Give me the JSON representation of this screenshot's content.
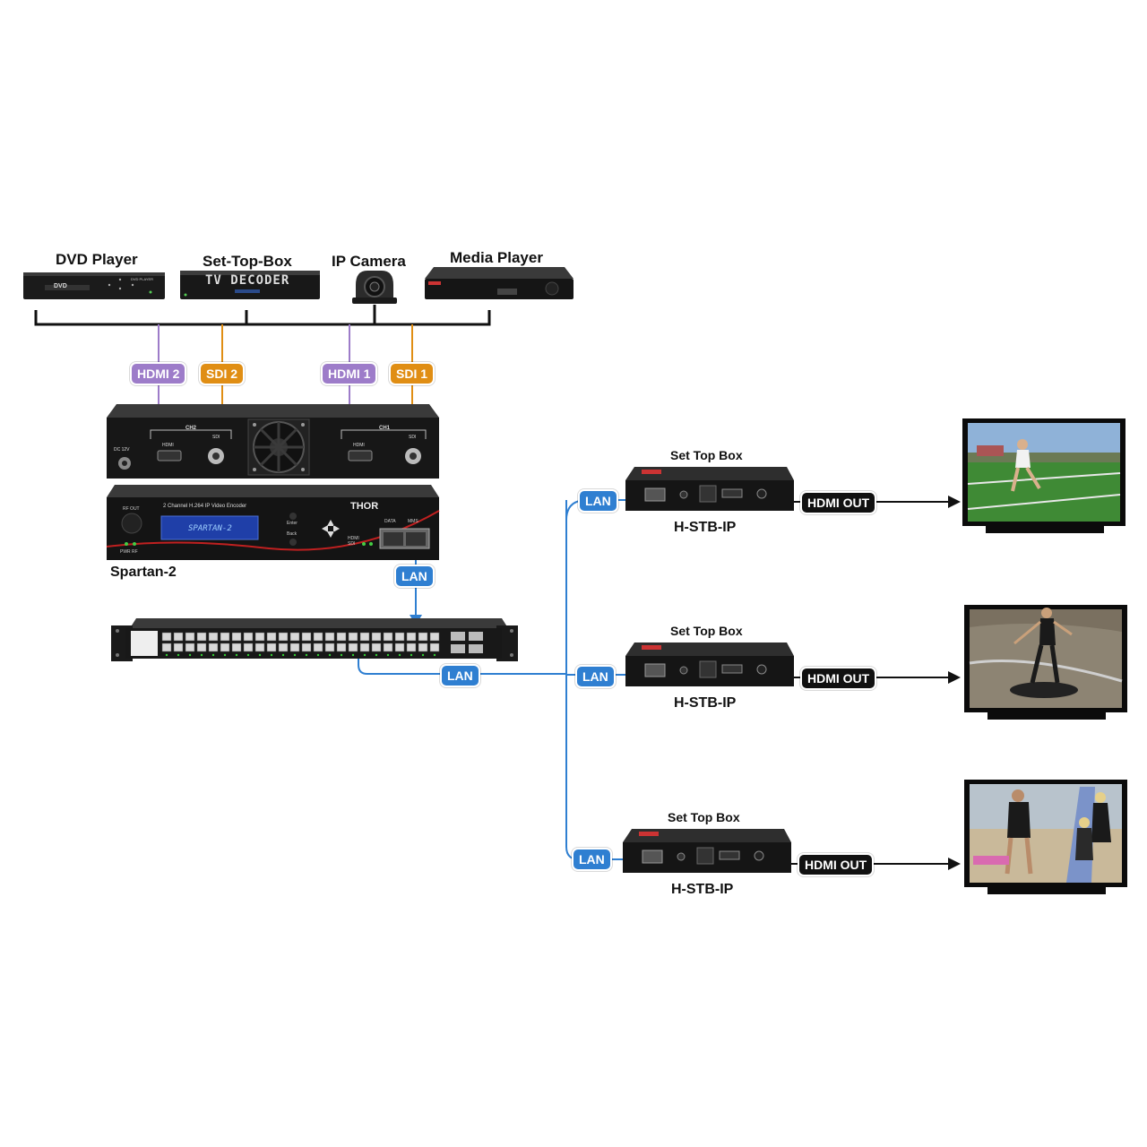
{
  "sources": {
    "dvd": {
      "title": "DVD Player",
      "front_text": "DVD PLAYER",
      "logo": "DVD"
    },
    "stb": {
      "title": "Set-Top-Box",
      "front_text": "TV DECODER"
    },
    "camera": {
      "title": "IP Camera"
    },
    "media": {
      "title": "Media Player"
    }
  },
  "inputs": {
    "hdmi2": "HDMI 2",
    "sdi2": "SDI 2",
    "hdmi1": "HDMI 1",
    "sdi1": "SDI 1"
  },
  "encoder": {
    "name": "Spartan-2",
    "rear": {
      "ch2": "CH2",
      "ch1": "CH1",
      "hdmi": "HDMI",
      "sdi": "SDI",
      "dc": "DC 12V"
    },
    "front": {
      "model_text": "2 Channel H.264 IP Video Encoder",
      "display_text": "SPARTAN-2",
      "brand": "THOR",
      "rf_out": "RF OUT",
      "pwr_rf": "PWR RF",
      "enter": "Enter",
      "back": "Back",
      "data": "DATA",
      "mms": "MMS",
      "hdmi_sdi": "HDMI SDI"
    }
  },
  "network": {
    "lan_label": "LAN"
  },
  "receivers": [
    {
      "caption": "Set Top Box",
      "model": "H-STB-IP",
      "lan": "LAN",
      "out": "HDMI OUT",
      "scene": "soccer"
    },
    {
      "caption": "Set Top Box",
      "model": "H-STB-IP",
      "lan": "LAN",
      "out": "HDMI OUT",
      "scene": "skimboard"
    },
    {
      "caption": "Set Top Box",
      "model": "H-STB-IP",
      "lan": "LAN",
      "out": "HDMI OUT",
      "scene": "beach"
    }
  ],
  "colors": {
    "hdmi": "#9d7cc9",
    "sdi": "#e08e14",
    "lan": "#2f7fd1",
    "cable": "#111111"
  }
}
